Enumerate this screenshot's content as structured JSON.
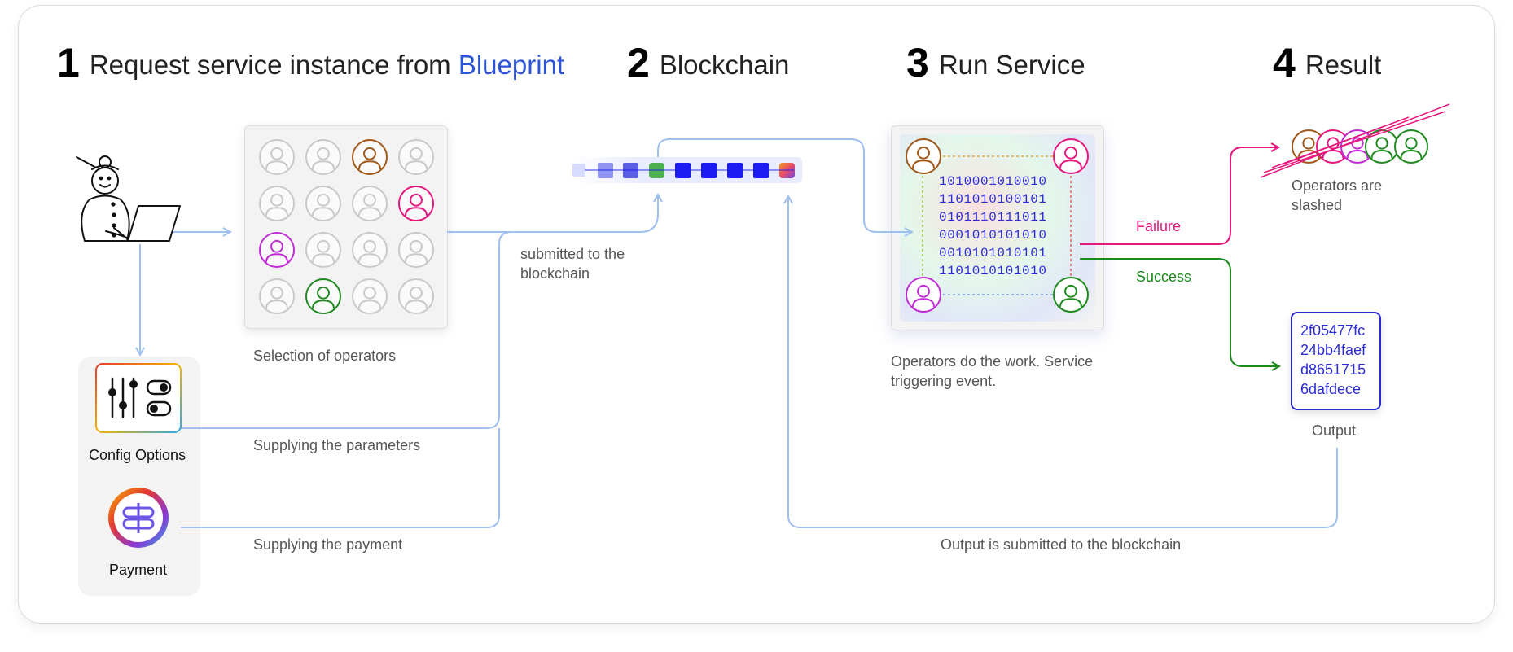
{
  "steps": [
    {
      "num": "1",
      "text": "Request service instance from ",
      "highlight": "Blueprint"
    },
    {
      "num": "2",
      "text": "Blockchain"
    },
    {
      "num": "3",
      "text": "Run Service"
    },
    {
      "num": "4",
      "text": "Result"
    }
  ],
  "labels": {
    "selection": "Selection of operators",
    "config": "Config Options",
    "payment": "Payment",
    "supply_params": "Supplying the parameters",
    "supply_payment": "Supplying the payment",
    "submitted_l1": "submitted to the",
    "submitted_l2": "blockchain",
    "ops_work_l1": "Operators do the work. Service",
    "ops_work_l2": "triggering event.",
    "failure": "Failure",
    "success": "Success",
    "slashed_l1": "Operators are",
    "slashed_l2": "slashed",
    "output": "Output",
    "output_submitted": "Output is submitted to the blockchain"
  },
  "binary": [
    "1010001010010",
    "1101010100101",
    "0101110111011",
    "0001010101010",
    "0010101010101",
    "1101010101010"
  ],
  "hash": [
    "2f05477fc",
    "24bb4faef",
    "d8651715",
    "6dafdece"
  ],
  "colors": {
    "blueprint": "#2b54d6",
    "arrow": "#9fc0ee",
    "failure": "#e6177f",
    "success": "#1b8a1b",
    "op_brown": "#a0581a",
    "op_pink": "#e6177f",
    "op_purple": "#c02bd6",
    "op_green": "#1f8a1f",
    "op_grey": "#c9c9c9"
  },
  "icons": [
    "person-with-laptop-icon",
    "config-sliders-icon",
    "payment-icon",
    "operator-avatar-icon",
    "blockchain-icon"
  ]
}
